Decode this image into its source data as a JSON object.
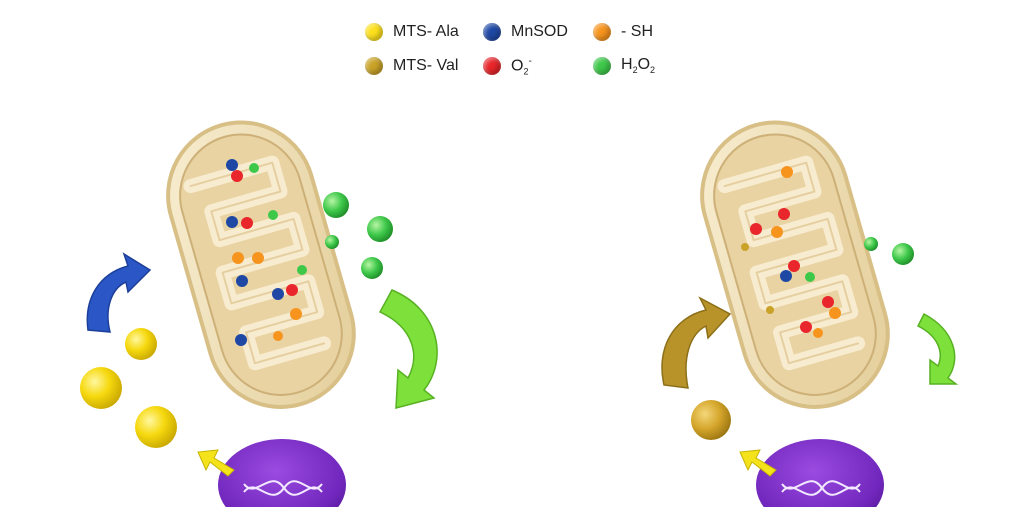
{
  "legend": {
    "items": [
      {
        "label": "MTS- Ala",
        "color": "#fde01c"
      },
      {
        "label": "MnSOD",
        "color": "#1f48a5"
      },
      {
        "label": "- SH",
        "color": "#f7941d"
      },
      {
        "label": "MTS- Val",
        "color": "#c9a227"
      },
      {
        "label": "O",
        "sub": "2",
        "sup": "-",
        "color": "#e8262b"
      },
      {
        "label": "H",
        "sub1": "2",
        "mid": "O",
        "sub2": "2",
        "color": "#3ec84a"
      }
    ]
  },
  "colors": {
    "mito_outer": "#f3e6c4",
    "mito_inner": "#ead6a9",
    "mito_cristae": "#f7ead0",
    "arrow_blue": "#2a56c6",
    "arrow_green": "#7ee03a",
    "arrow_gold": "#b8932a",
    "arrow_yellow": "#f4e21b",
    "nucleus": "#7a2ec4"
  }
}
